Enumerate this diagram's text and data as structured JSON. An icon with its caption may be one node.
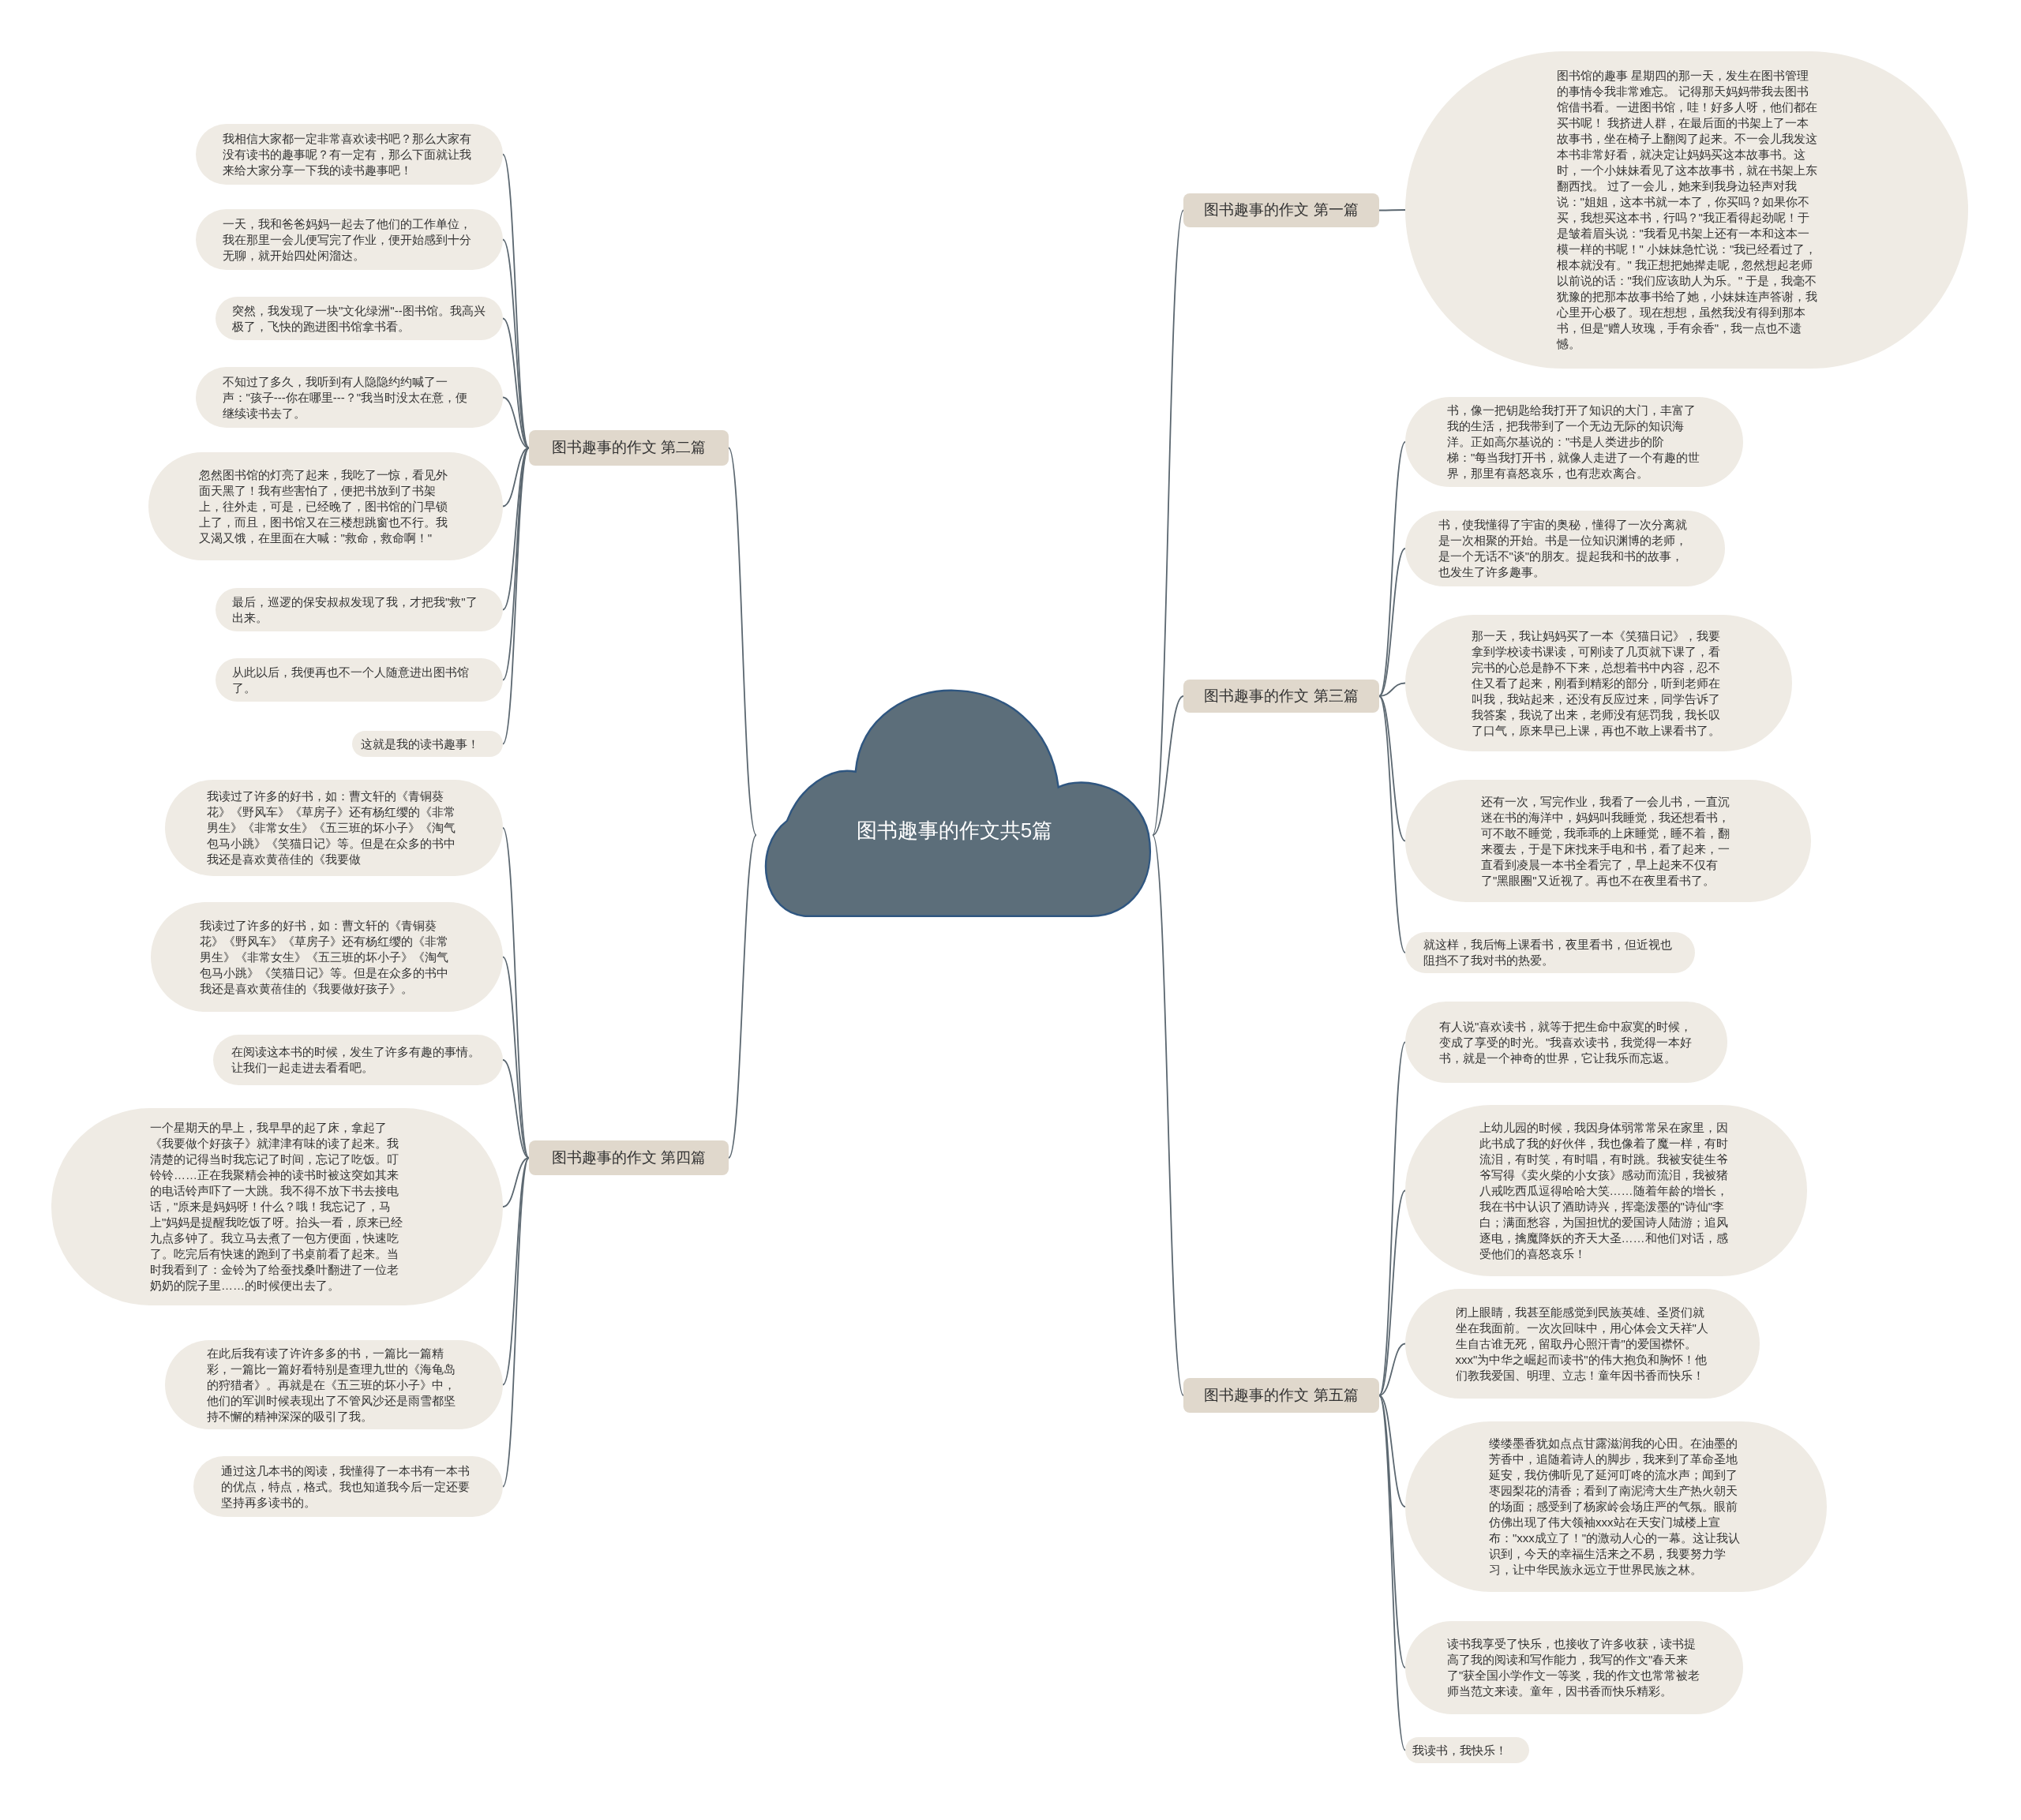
{
  "diagram": {
    "nodes": [
      {
        "text": [
          "图书趣事的作文共5篇"
        ]
      },
      {
        "text": [
          "图书趣事的作文 第一篇"
        ]
      },
      {
        "text": [
          "图书馆的趣事 星期四的那一天，发生在图书管理的事情令我非常难忘。 记得那天妈妈带我去图书馆借书看。一进图书馆，哇！好多人呀，他们都在买书呢！ 我挤进人群，在最后面的书架上了一本故事书，坐在椅子上翻阅了起来。不一会儿我发这本书非常好看，就决定让妈妈买这本故事书。这时，一个小妹妹看见了这本故事书，就在书架上东翻西找。 过了一会儿，她来到我身边轻声对我说：\"姐姐，这本书就一本了，你买吗？如果你不买，我想买这本书，行吗？\"我正看得起劲呢！于是皱着眉头说：\"我看见书架上还有一本和这本一模一样的书呢！\" 小妹妹急忙说：\"我已经看过了，根本就没有。\" 我正想把她撵走呢，忽然想起老师以前说的话：\"我们应该助人为乐。\" 于是，我毫不犹豫的把那本故事书给了她，小妹妹连声答谢，我心里开心极了。现在想想，虽然我没有得到那本书，但是\"赠人玫瑰，手有余香\"，我一点也不遗憾。"
        ]
      },
      {
        "text": [
          "图书趣事的作文 第二篇"
        ]
      },
      {
        "text": [
          "我相信大家都一定非常喜欢读书吧？那么大家有没有读书的趣事呢？有一定有，那么下面就让我来给大家分享一下我的读书趣事吧！"
        ]
      },
      {
        "text": [
          "一天，我和爸爸妈妈一起去了他们的工作单位，我在那里一会儿便写完了作业，便开始感到十分无聊，就开始四处闲溜达。"
        ]
      },
      {
        "text": [
          "突然，我发现了一块\"文化绿洲\"--图书馆。我高兴极了，飞快的跑进图书馆拿书看。"
        ]
      },
      {
        "text": [
          "不知过了多久，我听到有人隐隐约约喊了一声：\"孩子---你在哪里---？\"我当时没太在意，便继续读书去了。"
        ]
      },
      {
        "text": [
          "忽然图书馆的灯亮了起来，我吃了一惊，看见外面天黑了！我有些害怕了，便把书放到了书架上，往外走，可是，已经晚了，图书馆的门早锁上了，而且，图书馆又在三楼想跳窗也不行。我又渴又饿，在里面在大喊：\"救命，救命啊！\""
        ]
      },
      {
        "text": [
          "最后，巡逻的保安叔叔发现了我，才把我\"救\"了出来。"
        ]
      },
      {
        "text": [
          "从此以后，我便再也不一个人随意进出图书馆了。"
        ]
      },
      {
        "text": [
          "这就是我的读书趣事！"
        ]
      },
      {
        "text": [
          "图书趣事的作文 第三篇"
        ]
      },
      {
        "text": [
          "书，像一把钥匙给我打开了知识的大门，丰富了我的生活，把我带到了一个无边无际的知识海洋。正如高尔基说的：\"书是人类进步的阶梯：\"每当我打开书，就像人走进了一个有趣的世界，那里有喜怒哀乐，也有悲欢离合。"
        ]
      },
      {
        "text": [
          "书，使我懂得了宇宙的奥秘，懂得了一次分离就是一次相聚的开始。书是一位知识渊博的老师，是一个无话不\"谈\"的朋友。提起我和书的故事，也发生了许多趣事。"
        ]
      },
      {
        "text": [
          "那一天，我让妈妈买了一本《笑猫日记》，我要拿到学校读书课读，可刚读了几页就下课了，看完书的心总是静不下来，总想着书中内容，忍不住又看了起来，刚看到精彩的部分，听到老师在叫我，我站起来，还没有反应过来，同学告诉了我答案，我说了出来，老师没有惩罚我，我长叹了口气，原来早已上课，再也不敢上课看书了。"
        ]
      },
      {
        "text": [
          "还有一次，写完作业，我看了一会儿书，一直沉迷在书的海洋中，妈妈叫我睡觉，我还想看书，可不敢不睡觉，我乖乖的上床睡觉，睡不着，翻来覆去，于是下床找来手电和书，看了起来，一直看到凌晨一本书全看完了，早上起来不仅有了\"黑眼圈\"又近视了。再也不在夜里看书了。"
        ]
      },
      {
        "text": [
          "就这样，我后悔上课看书，夜里看书，但近视也阻挡不了我对书的热爱。"
        ]
      },
      {
        "text": [
          "图书趣事的作文 第四篇"
        ]
      },
      {
        "text": [
          "我读过了许多的好书，如：曹文轩的《青铜葵花》《野风车》《草房子》还有杨红缨的《非常男生》《非常女生》《五三班的坏小子》《淘气包马小跳》《笑猫日记》等。但是在众多的书中我还是喜欢黄蓓佳的《我要做"
        ]
      },
      {
        "text": [
          "我读过了许多的好书，如：曹文轩的《青铜葵花》《野风车》《草房子》还有杨红缨的《非常男生》《非常女生》《五三班的坏小子》《淘气包马小跳》《笑猫日记》等。但是在众多的书中我还是喜欢黄蓓佳的《我要做好孩子》。"
        ]
      },
      {
        "text": [
          "在阅读这本书的时候，发生了许多有趣的事情。让我们一起走进去看看吧。"
        ]
      },
      {
        "text": [
          "一个星期天的早上，我早早的起了床，拿起了《我要做个好孩子》就津津有味的读了起来。我清楚的记得当时我忘记了时间，忘记了吃饭。叮铃铃……正在我聚精会神的读书时被这突如其来的电话铃声吓了一大跳。我不得不放下书去接电话，\"原来是妈妈呀！什么？哦！我忘记了，马上\"妈妈是提醒我吃饭了呀。抬头一看，原来已经九点多钟了。我立马去煮了一包方便面，快速吃了。吃完后有快速的跑到了书桌前看了起来。当时我看到了：金铃为了给蚕找桑叶翻进了一位老奶奶的院子里……的时候便出去了。"
        ]
      },
      {
        "text": [
          "在此后我有读了许许多多的书，一篇比一篇精彩，一篇比一篇好看特别是查理九世的《海龟岛的狩猎者》。再就是在《五三班的坏小子》中，他们的军训时候表现出了不管风沙还是雨雪都坚持不懈的精神深深的吸引了我。"
        ]
      },
      {
        "text": [
          "通过这几本书的阅读，我懂得了一本书有一本书的优点，特点，格式。我也知道我今后一定还要坚持再多读书的。"
        ]
      },
      {
        "text": [
          "图书趣事的作文 第五篇"
        ]
      },
      {
        "text": [
          "有人说\"喜欢读书，就等于把生命中寂寞的时候，变成了享受的时光。\"我喜欢读书，我觉得一本好书，就是一个神奇的世界，它让我乐而忘返。"
        ]
      },
      {
        "text": [
          "上幼儿园的时候，我因身体弱常常呆在家里，因此书成了我的好伙伴，我也像着了魔一样，有时流泪，有时笑，有时唱，有时跳。我被安徒生爷爷写得《卖火柴的小女孩》感动而流泪，我被猪八戒吃西瓜逗得哈哈大笑……随着年龄的增长，我在书中认识了酒助诗兴，挥毫泼墨的\"诗仙\"李白；满面愁容，为国担忧的爱国诗人陆游；追风逐电，擒魔降妖的齐天大圣……和他们对话，感受他们的喜怒哀乐！"
        ]
      },
      {
        "text": [
          "闭上眼睛，我甚至能感觉到民族英雄、圣贤们就坐在我面前。一次次回味中，用心体会文天祥\"人生自古谁无死，留取丹心照汗青\"的爱国襟怀。xxx\"为中华之崛起而读书\"的伟大抱负和胸怀！他们教我爱国、明理、立志！童年因书香而快乐！"
        ]
      },
      {
        "text": [
          "缕缕墨香犹如点点甘露滋润我的心田。在油墨的芳香中，追随着诗人的脚步，我来到了革命圣地延安，我仿佛听见了延河叮咚的流水声；闻到了枣园梨花的清香；看到了南泥湾大生产热火朝天的场面；感受到了杨家岭会场庄严的气氛。眼前仿佛出现了伟大领袖xxx站在天安门城楼上宣布：\"xxx成立了！\"的激动人心的一幕。这让我认识到，今天的幸福生活来之不易，我要努力学习，让中华民族永远立于世界民族之林。"
        ]
      },
      {
        "text": [
          "读书我享受了快乐，也接收了许多收获，读书提高了我的阅读和写作能力，我写的作文\"春天来了\"获全国小学作文一等奖，我的作文也常常被老师当范文来读。童年，因书香而快乐精彩。"
        ]
      },
      {
        "text": [
          "我读书，我快乐！"
        ]
      }
    ],
    "edges": [
      {
        "from": 0,
        "to": 1,
        "arrow": "none"
      },
      {
        "from": 1,
        "to": 2,
        "arrow": "none"
      },
      {
        "from": 0,
        "to": 3,
        "arrow": "none"
      },
      {
        "from": 3,
        "to": 4,
        "arrow": "none"
      },
      {
        "from": 3,
        "to": 5,
        "arrow": "none"
      },
      {
        "from": 3,
        "to": 6,
        "arrow": "none"
      },
      {
        "from": 3,
        "to": 7,
        "arrow": "none"
      },
      {
        "from": 3,
        "to": 8,
        "arrow": "none"
      },
      {
        "from": 3,
        "to": 9,
        "arrow": "none"
      },
      {
        "from": 3,
        "to": 10,
        "arrow": "none"
      },
      {
        "from": 3,
        "to": 11,
        "arrow": "none"
      },
      {
        "from": 0,
        "to": 12,
        "arrow": "none"
      },
      {
        "from": 12,
        "to": 13,
        "arrow": "none"
      },
      {
        "from": 12,
        "to": 14,
        "arrow": "none"
      },
      {
        "from": 12,
        "to": 15,
        "arrow": "none"
      },
      {
        "from": 12,
        "to": 16,
        "arrow": "none"
      },
      {
        "from": 12,
        "to": 17,
        "arrow": "none"
      },
      {
        "from": 0,
        "to": 18,
        "arrow": "none"
      },
      {
        "from": 18,
        "to": 19,
        "arrow": "none"
      },
      {
        "from": 18,
        "to": 20,
        "arrow": "none"
      },
      {
        "from": 18,
        "to": 21,
        "arrow": "none"
      },
      {
        "from": 18,
        "to": 22,
        "arrow": "none"
      },
      {
        "from": 18,
        "to": 23,
        "arrow": "none"
      },
      {
        "from": 18,
        "to": 24,
        "arrow": "none"
      },
      {
        "from": 0,
        "to": 25,
        "arrow": "none"
      },
      {
        "from": 25,
        "to": 26,
        "arrow": "none"
      },
      {
        "from": 25,
        "to": 27,
        "arrow": "none"
      },
      {
        "from": 25,
        "to": 28,
        "arrow": "none"
      },
      {
        "from": 25,
        "to": 29,
        "arrow": "none"
      },
      {
        "from": 25,
        "to": 30,
        "arrow": "none"
      },
      {
        "from": 25,
        "to": 31,
        "arrow": "none"
      }
    ]
  }
}
